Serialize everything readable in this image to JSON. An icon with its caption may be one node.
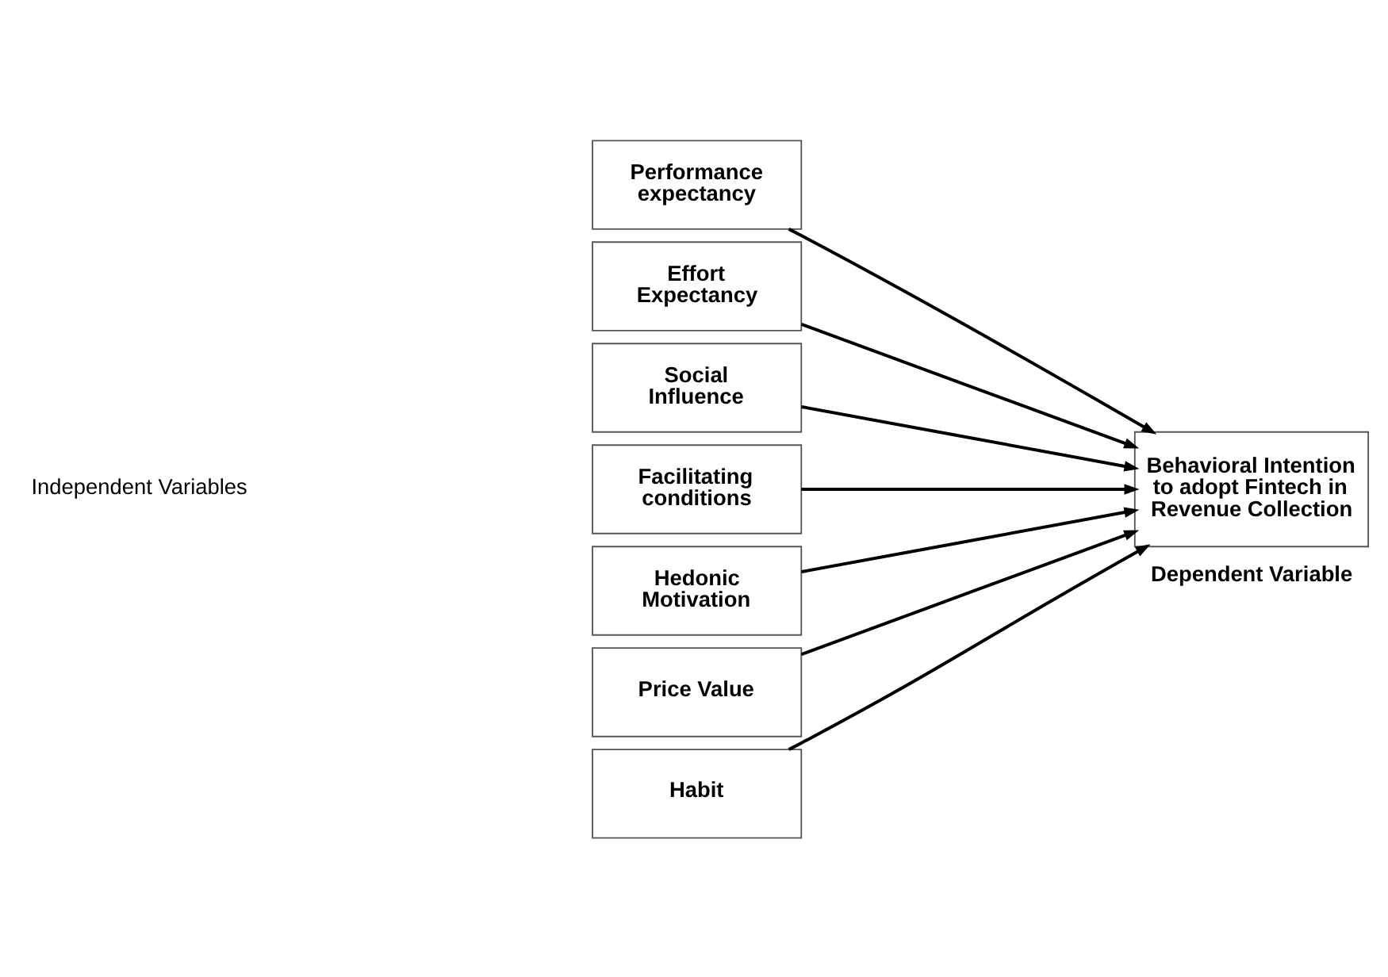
{
  "diagram": {
    "nodes": [
      {
        "text": [
          "Performance expectancy"
        ]
      },
      {
        "text": [
          "Effort Expectancy"
        ]
      },
      {
        "text": [
          "Social Influence"
        ]
      },
      {
        "text": [
          "Facilitating conditions"
        ]
      },
      {
        "text": [
          "Hedonic Motivation"
        ]
      },
      {
        "text": [
          "Price Value"
        ]
      },
      {
        "text": [
          "Habit"
        ]
      },
      {
        "text": [
          "Behavioral Intention to adopt Fintech in Revenue Collection"
        ],
        "beside": [
          "Dependent Variable"
        ]
      }
    ],
    "edges": [
      {
        "from": 0,
        "to": 7,
        "arrow": "to"
      },
      {
        "from": 1,
        "to": 7,
        "arrow": "to"
      },
      {
        "from": 2,
        "to": 7,
        "arrow": "to"
      },
      {
        "from": 3,
        "to": 7,
        "arrow": "to"
      },
      {
        "from": 4,
        "to": 7,
        "arrow": "to"
      },
      {
        "from": 5,
        "to": 7,
        "arrow": "to"
      },
      {
        "from": 6,
        "to": 7,
        "arrow": "to"
      }
    ],
    "labels": [
      "Independent Variables"
    ]
  }
}
